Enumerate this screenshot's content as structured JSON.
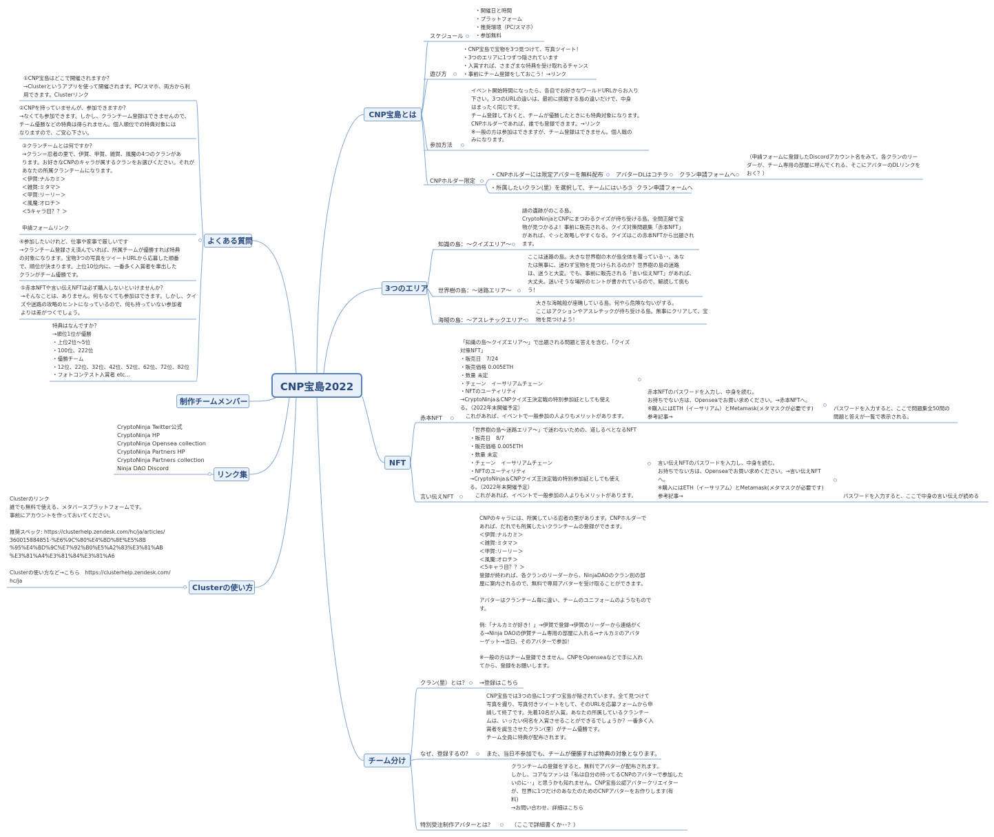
{
  "root": {
    "label": "CNP宝島2022"
  },
  "right": {
    "about": {
      "label": "CNP宝島とは",
      "schedule": {
        "label": "スケジュール",
        "note": "・開催日と時間\n・プラットフォーム\n・推奨環境（PC/スマホ）\n・参加無料"
      },
      "howto_play": {
        "label": "遊び方",
        "note": "・CNP宝島で宝物を3つ見つけて、写真ツイート！\n・3つのエリアに1つずつ隠されています\n・入賞すれば、さまざまな特典を受け取れるチャンス\n・事前にチーム登録をしておこう！→リンク"
      },
      "howto_join": {
        "label": "参加方法",
        "note": "イベント開始時間になったら、各自でお好きなワールドURLからお入り\n下さい。3つのURLの違いは、最初に挑戦する島の違いだけで、中身\nはまったく同じです。\nチーム登録しておくと、チームが優勝したときにも特典対象になります。\nCNPホルダーであれば、誰でも登録できます。→リンク\n※一般の方は参加はできますが、チーム登録はできません。個人戦の\nみになります。"
      },
      "holder": {
        "label": "CNPホルダー限定",
        "row1": "・CNPホルダーには限定アバターを無料配布",
        "avatar_dl": "アバターDLはコチラ",
        "clan_form1": "クラン申請フォームへ",
        "form_note": "（申請フォームに登録したDiscordアカウント名をみて、各クランのリー\nダーが、チーム専用の部屋に呼んでくれる、そこにアバターのDLリンクを\nおく？）",
        "row2": "・所属したいクラン(里）を選択して、チームにはいろう",
        "clan_form2": "クラン申請フォームへ"
      }
    },
    "areas": {
      "label": "3つのエリア",
      "knowledge": {
        "label": "知識の島：〜クイズエリア〜",
        "note": "謎の遺跡がのこる島。\nCryptoNinjaとCNPにまつわるクイズが待ち受ける島。全問正解で宝\n物が見つかるよ！事前に販売される、クイズ対策問題集「赤本NFT」\nがあれば、ぐっと攻略しやすくなる。クイズはこの赤本NFTから出題され\nます。"
      },
      "world_tree": {
        "label": "世界樹の島：〜迷路エリア〜",
        "note": "ここは迷路の島。大きな世界樹の木が島全体を覆っている･･。あな\nたは無事に、迷わず宝物を見つけられるのか？世界樹の島の迷路\nは、迷うと大変。でも、事前に販売される「言い伝えNFT」があれば、\n大丈夫。迷いそうな場所のヒントが書かれているので、解読して挑も\nう！"
      },
      "pirate": {
        "label": "海賊の島：〜アスレチックエリア〜",
        "note": "大きな海賊船が座礁している島。何やら危険な匂いがする。\nここはアクションやアスレチックが待ち受ける島。無事にクリアして、宝\n物を見つけよう！"
      }
    },
    "nft": {
      "label": "NFT",
      "akahon": {
        "label": "赤本NFT",
        "detail": "「知識の島〜クイズエリア〜」で出題される問題と答えを含む、「クイズ\n対策NFT」\n・販売日　7/24\n・販売価格 0.005ETH\n・数量 未定\n・チェーン　イーサリアムチェーン\n・NFTのユーティリティ\n→CryptoNinja＆CNPクイズ王決定戦の特別参加証としても使え\nる。（2022年末開催予定）\n　これがあれば、イベントで一般参加の人よりもメリットがあります。",
        "password": "赤本NFTのパスワードを入力し、中身を読む。\nお持ちでない方は、Openseaでお買い求めください。→赤本NFTへ。\n※購入にはETH（イーサリアム）とMetamask(メタマスクが必要です)\n参考記事→",
        "result": "パスワードを入力すると、ここで問題集全50問の\n問題と答えが一覧で表示される。"
      },
      "legend": {
        "label": "言い伝えNFT",
        "detail": "「世界樹の島〜迷路エリア〜」で迷わないための、道しるべとなるNFT\n・販売日　8/7\n・販売価格 0.005ETH\n・数量 未定\n・チェーン　イーサリアムチェーン\n・NFTのユーティリティ\n→CryptoNinja＆CNPクイズ王決定戦の特別参加証としても使え\nる。（2022年末開催予定）\n　これがあれば、イベントで一般参加の人よりもメリットがあります。",
        "password": "言い伝えNFTのパスワードを入力し、中身を読む。\nお持ちでない方は、Openseaでお買い求めください。→言い伝えNFT\nへ。\n※購入にはETH（イーサリアム）とMetamask(メタマスクが必要です)\n参考記事→",
        "result": "パスワードを入力すると、ここで中身の言い伝えが読める"
      }
    },
    "team": {
      "label": "チーム分け",
      "clan": {
        "label": "クラン(里）とは？",
        "link": "→登録はこちら",
        "note": "CNPのキャラには、所属している忍者の里があります。CNPホルダーで\nあれば、だれでも所属したいクランチームの登録ができます。\n＜伊賀:ナルカミ＞\n＜雑賀:ミタマ＞\n＜甲賀:リーリー＞\n＜風魔:オロチ＞\n＜5キャラ目？？＞\n登録が終われば、各クランのリーダーから、NinjaDAOのクラン別の部\n屋に案内されるので、無料で専用アバターを受け取ることができます。\n\nアバターはクランチーム毎に違い、チームのユニフォームのようなもので\nす。\n\n例:「ナルカミが好き！」→伊賀で登録→伊賀のリーダーから連絡がく\nる→Ninja DAOの伊賀チーム専用の部屋に入れる→ナルカミのアバタ\nーゲット→当日、そのアバターで参加！\n\n※一般の方はチーム登録できません。CNPをOpenseaなどで手に入れ\nてから、登録をお願いします。"
      },
      "why": {
        "label": "なぜ、登録するの？",
        "note": "CNP宝島では3つの島に1つずつ宝島が隠されています。全て見つけて\n写真を撮り、写真付きツイートをして、そのURLを応募フォームから申\n請して終了です。先着10名が入賞。あなたの所属しているクランチー\nムは、いったい何名を入賞させることができるでしょうか？一番多く入\n賞者を誕生させたクラン(里）がチーム優勝です。\nチーム全員に特典が配布されます。",
        "extra": "また、当日不参加でも、チームが優勝すれば特典の対象となります。"
      },
      "special": {
        "label": "特別受注制作アバターとは？",
        "note": "クランチームの登録をすると、無料でアバターが配布されます。\nしかし、コアなファンは「私は自分の持ってるCNPのアバターで参加した\nいのに･･」と思うかも知れません。CNP宝島公認アバタークリエイター\nが、世界に1つだけのあなたのためのCNPアバターをお作りします(有\n料)\n→お問い合わせ、詳細はこちら",
        "extra": "（ここで詳細書くか･･？）"
      }
    }
  },
  "left": {
    "faq": {
      "label": "よくある質問",
      "items": [
        "①CNP宝島はどこで開催されますか？\n→Clusterというアプリを使って開催されます。PC/スマホ、両方から利\n用できます。Clusterリンク",
        "②CNPを持っていませんが、参加できますか？\n→なくても参加できます。しかし、クランチーム登録はできませんので、\nチーム優勝などの特典は得られません。個人順位での特典対象には\nなりますので、ご安心下さい。",
        "③クランチームとは何ですか？\n→クラン＝忍者の里で、伊賀、甲賀、雑賀、風魔の4つのクランがあ\nります。お好きなCNPのキャラが属するクランをお選びください。それが\nあなたの所属クランチームになります。\n＜伊賀:ナルカミ＞\n＜雑賀:ミタマ＞\n＜甲賀:リーリー＞\n＜風魔:オロチ＞\n＜5キャラ目？？＞\n\n申請フォームリンク",
        "④参加したいけれど、仕事や家事で厳しいです\n→クランチーム登録さえ済んでいれば、所属チームが優勝すれば特典\nの対象になります。宝物3つの写真をツイートURLから応募した順番\nで、順位が決まります。上位10位内に、一番多く入賞者を輩出した\nクランがチーム優勝です。",
        "⑤赤本NFTや言い伝えNFTは必ず購入しないといけませんか？\n→そんなことは、ありません。何もなくても参加はできます。しかし、クイ\nズや迷路の攻略のヒントになっているので、何も持っていない参加者\nよりは差がつくでしょう。",
        "特典はなんですか？\n→順位1位が優勝\n・上位2位〜5位\n・100位、222位\n・優勝チーム\n・12位、22位、32位、42位、52位、62位、72位、82位\n・フォトコンテスト入賞者 etc…"
      ]
    },
    "members": {
      "label": "制作チームメンバー"
    },
    "links": {
      "label": "リンク集",
      "items": [
        "CryptoNinja Twitter公式",
        "CryptoNinja HP",
        "CryptoNinja Opensea collection",
        "CryptoNinja Partners HP",
        "CryptoNinja Partners collection",
        "Ninja DAO Discord"
      ]
    },
    "cluster": {
      "label": "Clusterの使い方",
      "note": "Clusterのリンク\n誰でも無料で使える、メタバースプラットフォームです。\n事前にアカウントを作っておいてください。\n\n推奨スペック: https://clusterhelp.zendesk.com/hc/ja/articles/\n360015884851-%E6%9C%80%E4%BD%8E%E5%8B\n%95%E4%BD%9C%E7%92%B0%E5%A2%83%E3%81%AB\n%E3%81%A4%E3%81%84%E3%81%A6\n\nClusterの使い方など→こちら　https://clusterhelp.zendesk.com/\nhc/ja"
    }
  },
  "style": {
    "accent": "#2a4a7f",
    "line": "#6f9ad0",
    "node_fill": "#e9f1fb",
    "node_border": "#7fa3cf"
  }
}
